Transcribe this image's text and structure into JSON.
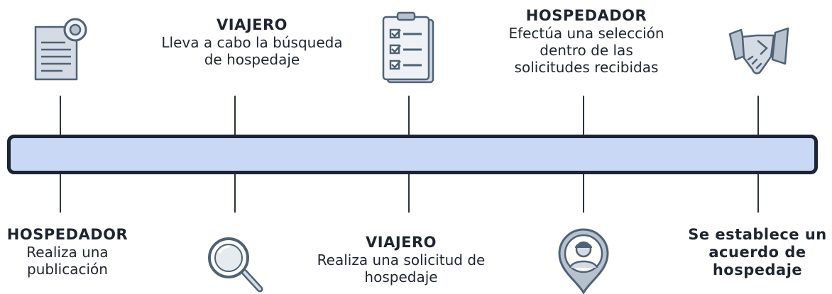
{
  "steps": {
    "s1": {
      "actor": "HOSPEDADOR",
      "text": "Realiza una\npublicación"
    },
    "s2": {
      "actor": "VIAJERO",
      "text": "Lleva a cabo la búsqueda\nde hospedaje"
    },
    "s3": {
      "actor": "VIAJERO",
      "text": "Realiza una solicitud de\nhospedaje"
    },
    "s4": {
      "actor": "HOSPEDADOR",
      "text": "Efectúa una selección\ndentro de las\nsolicitudes recibidas"
    },
    "s5": {
      "text": "Se establece un\nacuerdo de\nhospedaje"
    }
  },
  "icons": [
    "document-icon",
    "magnifier-icon",
    "clipboard-checklist-icon",
    "location-person-icon",
    "handshake-icon"
  ],
  "colors": {
    "bar_fill": "#c9d9f5",
    "bar_border": "#1b2533",
    "icon_fill": "#d4dbe4",
    "icon_stroke": "#4f6175"
  }
}
